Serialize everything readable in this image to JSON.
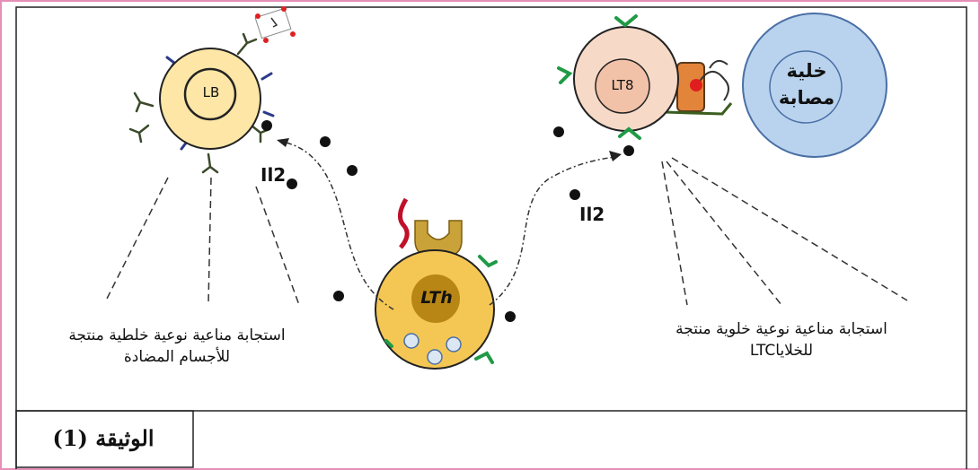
{
  "cells": {
    "lb": "LB",
    "lth": "LTh",
    "lt8": "LT8",
    "infected": "خلية مصابة"
  },
  "cytokines": {
    "left": "Il2",
    "right": "Il2"
  },
  "captions": {
    "humoral_line1": "استجابة مناعية نوعية خلطية منتجة",
    "humoral_line2": "للأجسام المضادة",
    "cellular_line1": "استجابة مناعية نوعية خلوية منتجة",
    "cellular_line2": "للخلاياLTC"
  },
  "document_label": "الوثيقة (1)"
}
